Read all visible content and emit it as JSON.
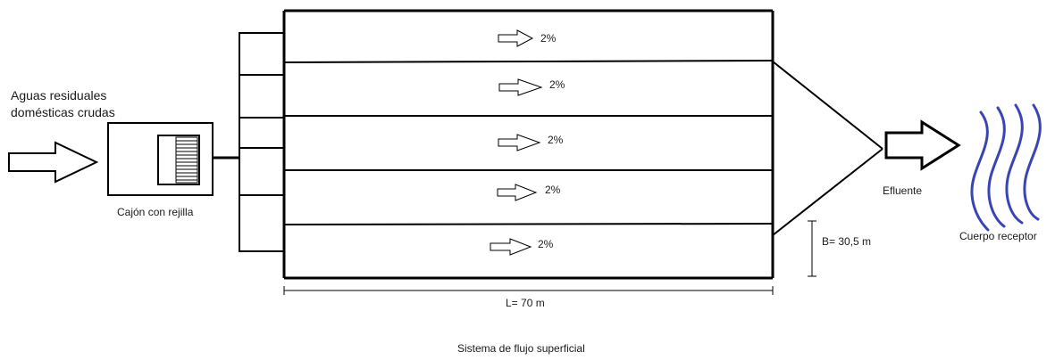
{
  "labels": {
    "inlet_line1": "Aguas residuales",
    "inlet_line2": "domésticas crudas",
    "screen_box": "Cajón con rejilla",
    "effluent": "Efluente",
    "receiver": "Cuerpo receptor",
    "width_dim": "B= 30,5 m",
    "length_dim": "L= 70 m",
    "caption": "Sistema de flujo superficial"
  },
  "channels": [
    {
      "slope": "2%"
    },
    {
      "slope": "2%"
    },
    {
      "slope": "2%"
    },
    {
      "slope": "2%"
    },
    {
      "slope": "2%"
    }
  ],
  "colors": {
    "line": "#000000",
    "water_waves": "#3a45b5"
  }
}
